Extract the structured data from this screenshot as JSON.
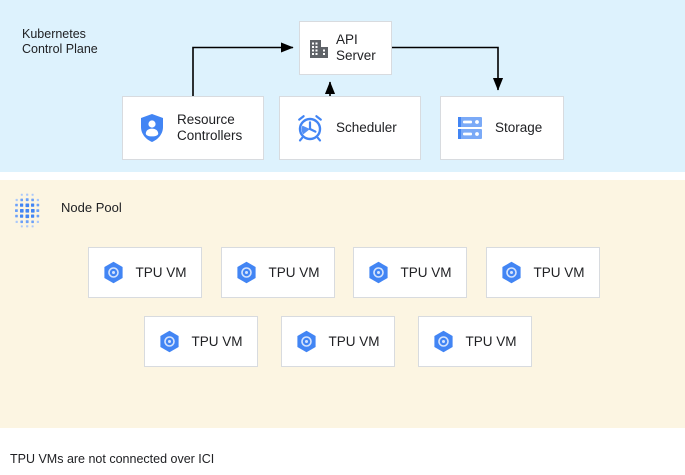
{
  "control_plane": {
    "title": "Kubernetes\nControl Plane",
    "background_color": "#ddf2fd",
    "nodes": [
      {
        "id": "api-server",
        "label": "API\nServer",
        "icon": "building-icon"
      },
      {
        "id": "resource-controllers",
        "label": "Resource\nControllers",
        "icon": "shield-user-icon"
      },
      {
        "id": "scheduler",
        "label": "Scheduler",
        "icon": "alarm-clock-icon"
      },
      {
        "id": "storage",
        "label": "Storage",
        "icon": "server-rack-icon"
      }
    ],
    "edges": [
      {
        "from": "resource-controllers",
        "to": "api-server"
      },
      {
        "from": "scheduler",
        "to": "api-server"
      },
      {
        "from": "api-server",
        "to": "storage"
      }
    ]
  },
  "node_pool": {
    "title": "Node Pool",
    "icon": "dot-cluster-icon",
    "background_color": "#fcf5e2",
    "rows": [
      {
        "vms": [
          {
            "label": "TPU VM",
            "icon": "tpu-hex-icon"
          },
          {
            "label": "TPU VM",
            "icon": "tpu-hex-icon"
          },
          {
            "label": "TPU VM",
            "icon": "tpu-hex-icon"
          },
          {
            "label": "TPU VM",
            "icon": "tpu-hex-icon"
          }
        ]
      },
      {
        "vms": [
          {
            "label": "TPU VM",
            "icon": "tpu-hex-icon"
          },
          {
            "label": "TPU VM",
            "icon": "tpu-hex-icon"
          },
          {
            "label": "TPU VM",
            "icon": "tpu-hex-icon"
          }
        ]
      }
    ]
  },
  "footnote": "TPU VMs are not connected over ICI",
  "colors": {
    "control_plane_bg": "#ddf2fd",
    "node_pool_bg": "#fcf5e2",
    "accent_blue": "#4285f4",
    "icon_gray": "#5f6368",
    "box_border": "#d8dbdf",
    "text": "#202124",
    "arrow": "#000000"
  }
}
